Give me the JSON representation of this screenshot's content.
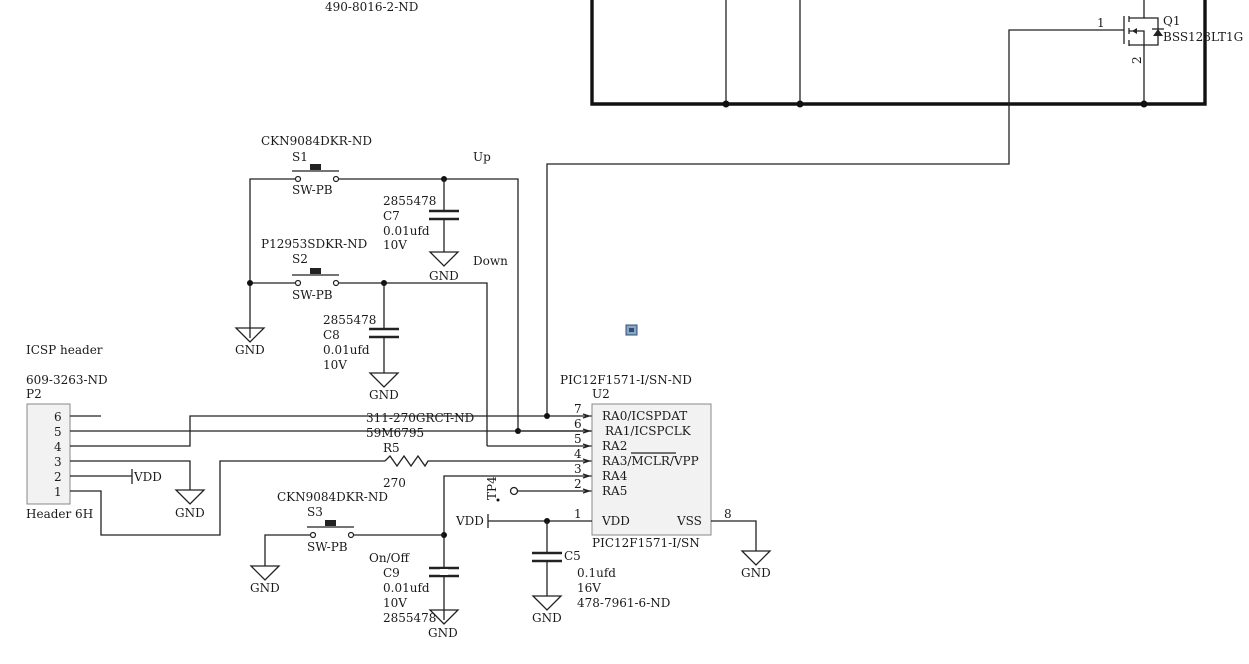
{
  "top": {
    "part_number": "490-8016-2-ND"
  },
  "q1": {
    "ref": "Q1",
    "value": "BSS123LT1G",
    "pin1": "1",
    "pin2": "2"
  },
  "s1": {
    "part_number": "CKN9084DKR-ND",
    "ref": "S1",
    "value": "SW-PB"
  },
  "s2": {
    "part_number": "P12953SDKR-ND",
    "ref": "S2",
    "value": "SW-PB"
  },
  "s3": {
    "part_number": "CKN9084DKR-ND",
    "ref": "S3",
    "value": "SW-PB"
  },
  "c7": {
    "part_number": "2855478",
    "ref": "C7",
    "value": "0.01ufd",
    "voltage": "10V"
  },
  "c8": {
    "part_number": "2855478",
    "ref": "C8",
    "value": "0.01ufd",
    "voltage": "10V"
  },
  "c9": {
    "ref": "C9",
    "value": "0.01ufd",
    "voltage": "10V",
    "part_number": "2855478"
  },
  "c5": {
    "ref": "C5",
    "value": "0.1ufd",
    "voltage": "16V",
    "part_number": "478-7961-6-ND"
  },
  "r5": {
    "part_number_1": "311-270GRCT-ND",
    "part_number_2": "59M6795",
    "ref": "R5",
    "value": "270"
  },
  "net_labels": {
    "up": "Up",
    "down": "Down",
    "on_off": "On/Off",
    "gnd": "GND",
    "vdd": "VDD",
    "tp4": "TP4"
  },
  "p2": {
    "title": "ICSP header",
    "part_number": "609-3263-ND",
    "ref": "P2",
    "value": "Header 6H",
    "pins": [
      "6",
      "5",
      "4",
      "3",
      "2",
      "1"
    ]
  },
  "u2": {
    "part_number": "PIC12F1571-I/SN-ND",
    "ref": "U2",
    "value": "PIC12F1571-I/SN",
    "pins": [
      {
        "num": "7",
        "name": "RA0/ICSPDAT"
      },
      {
        "num": "6",
        "name": "RA1/ICSPCLK"
      },
      {
        "num": "5",
        "name": "RA2"
      },
      {
        "num": "4",
        "name": "RA3/MCLR/VPP"
      },
      {
        "num": "3",
        "name": "RA4"
      },
      {
        "num": "2",
        "name": "RA5"
      },
      {
        "num": "1",
        "name": "VDD"
      },
      {
        "num": "8",
        "name": "VSS"
      }
    ]
  }
}
